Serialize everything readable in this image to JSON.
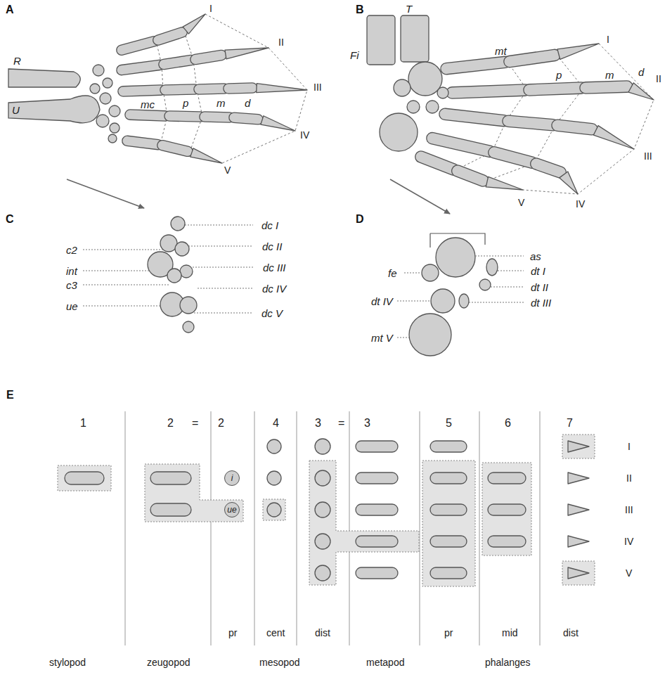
{
  "diagram": {
    "nodes": [
      {
        "text": [
          "i"
        ]
      },
      {
        "text": [
          "ue"
        ]
      }
    ],
    "labels": [
      "A",
      "B",
      "C",
      "D",
      "E",
      "R",
      "U",
      "I",
      "II",
      "III",
      "IV",
      "V",
      "mc",
      "p",
      "m",
      "d",
      "Fi",
      "T",
      "I",
      "II",
      "III",
      "IV",
      "V",
      "mt",
      "p",
      "m",
      "d",
      "c2",
      "int",
      "c3",
      "ue",
      "dc I",
      "dc II",
      "dc III",
      "dc IV",
      "dc V",
      "as",
      "fe",
      "dt I",
      "dt II",
      "dt IV",
      "dt III",
      "mt V",
      "1",
      "2",
      "=",
      "2",
      "4",
      "3",
      "=",
      "3",
      "5",
      "6",
      "7",
      "I",
      "II",
      "III",
      "IV",
      "V",
      "pr",
      "cent",
      "dist",
      "pr",
      "mid",
      "dist",
      "stylopod",
      "zeugopod",
      "mesopod",
      "metapod",
      "phalanges"
    ]
  }
}
